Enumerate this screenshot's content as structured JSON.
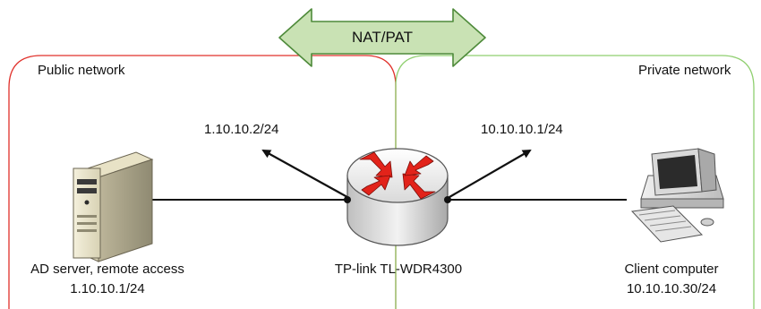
{
  "banner": {
    "label": "NAT/PAT"
  },
  "zones": {
    "public": {
      "label": "Public network",
      "color": "#e0302a"
    },
    "private": {
      "label": "Private network",
      "color": "#8fcf6f"
    }
  },
  "links": {
    "public_ip": "1.10.10.2/24",
    "private_ip": "10.10.10.1/24"
  },
  "devices": {
    "server": {
      "name": "AD server, remote access",
      "ip": "1.10.10.1/24",
      "icon": "server-icon"
    },
    "router": {
      "name": "TP-link TL-WDR4300",
      "icon": "router-icon"
    },
    "client": {
      "name": "Client computer",
      "ip": "10.10.10.30/24",
      "icon": "desktop-computer-icon"
    }
  },
  "colors": {
    "banner_fill": "#c9e2b4",
    "banner_stroke": "#4e8a3a",
    "router_arrows": "#e2231a"
  }
}
